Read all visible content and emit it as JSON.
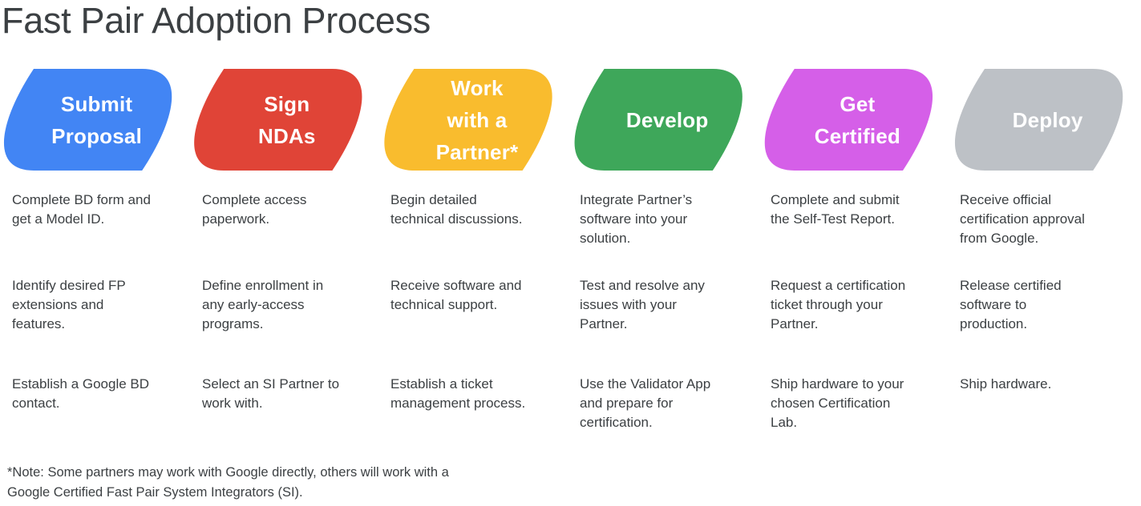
{
  "header": {
    "title": "Fast Pair Adoption Process"
  },
  "colors": {
    "blue": "#4285f4",
    "red": "#e04437",
    "yellow": "#f9bc2e",
    "green": "#3ea75a",
    "magenta": "#d55fe8",
    "gray": "#bdc1c6",
    "text": "#3c4043",
    "label_text": "#ffffff",
    "background": "#ffffff"
  },
  "process": {
    "stages": [
      {
        "label": "Submit\nProposal",
        "color": "#4285f4",
        "steps": [
          "Complete BD form and\nget a Model ID.",
          "Identify desired FP\nextensions and\nfeatures.",
          "Establish a Google BD\ncontact."
        ]
      },
      {
        "label": "Sign\nNDAs",
        "color": "#e04437",
        "steps": [
          "Complete access\npaperwork.",
          "Define enrollment in\nany early-access\nprograms.",
          "Select an SI Partner to\nwork with."
        ]
      },
      {
        "label": "Work\nwith a\nPartner*",
        "color": "#f9bc2e",
        "steps": [
          "Begin detailed\ntechnical discussions.",
          "Receive software and\ntechnical support.",
          "Establish a ticket\nmanagement process."
        ]
      },
      {
        "label": "Develop",
        "color": "#3ea75a",
        "steps": [
          "Integrate Partner’s\nsoftware into your\nsolution.",
          "Test and resolve any\nissues with your\nPartner.",
          "Use the Validator App\nand prepare for\ncertification."
        ]
      },
      {
        "label": "Get\nCertified",
        "color": "#d55fe8",
        "steps": [
          "Complete and submit\nthe Self-Test Report.",
          "Request a certification\nticket through your\nPartner.",
          "Ship hardware to your\nchosen Certification\nLab."
        ]
      },
      {
        "label": "Deploy",
        "color": "#bdc1c6",
        "steps": [
          "Receive official\ncertification approval\nfrom Google.",
          "Release certified\nsoftware to\nproduction.",
          "Ship hardware."
        ]
      }
    ]
  },
  "footnote": {
    "text": "*Note: Some partners may work with Google directly, others will work with a\nGoogle Certified Fast Pair System Integrators (SI)."
  }
}
